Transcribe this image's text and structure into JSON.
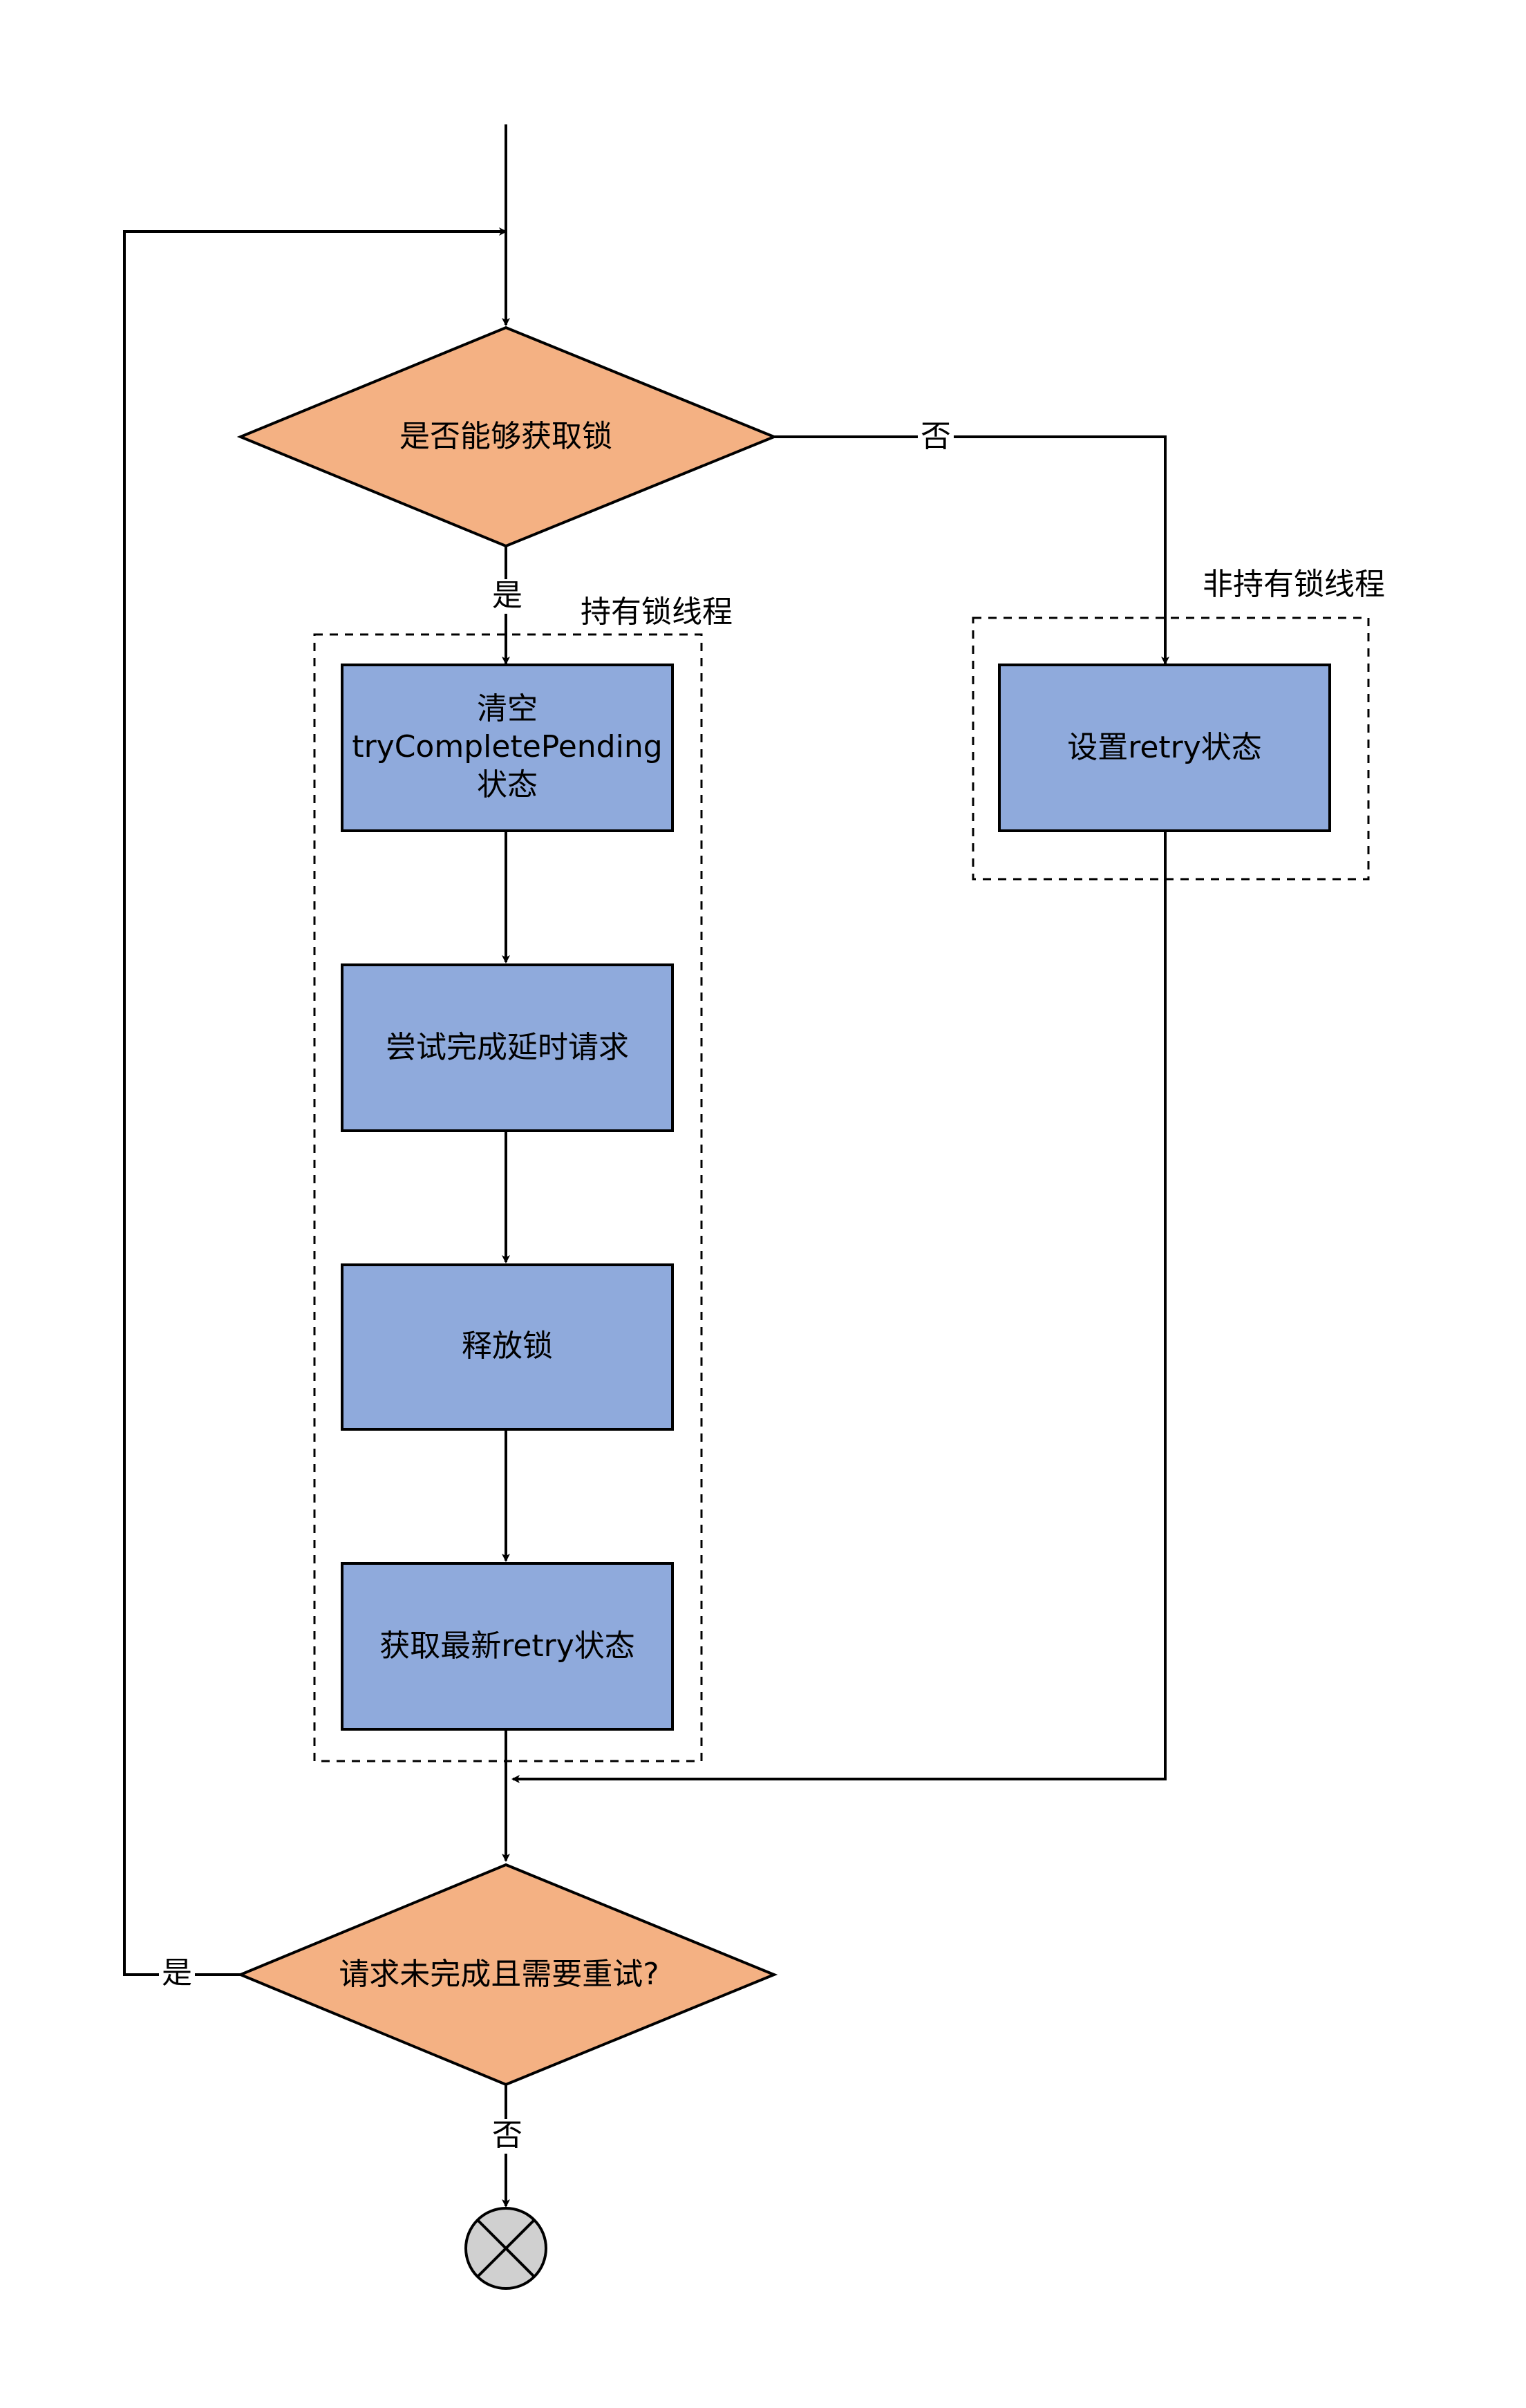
{
  "colors": {
    "process_fill": "#8FAADC",
    "decision_fill": "#F4B183",
    "terminator_fill": "#D0D0D0",
    "stroke": "#000000",
    "background": "#ffffff"
  },
  "groups": {
    "lock_holder": "持有锁线程",
    "non_lock_holder": "非持有锁线程"
  },
  "nodes": {
    "decision_acquire": "是否能够获取锁",
    "clear_line1": "清空",
    "clear_line2": "tryCompletePending",
    "clear_line3": "状态",
    "try_complete": "尝试完成延时请求",
    "release_lock": "释放锁",
    "get_retry": "获取最新retry状态",
    "set_retry": "设置retry状态",
    "decision_retry": "请求未完成且需要重试?",
    "end_icon": "x-circle-icon"
  },
  "edge_labels": {
    "acquire_yes": "是",
    "acquire_no": "否",
    "retry_yes": "是",
    "retry_no": "否"
  }
}
